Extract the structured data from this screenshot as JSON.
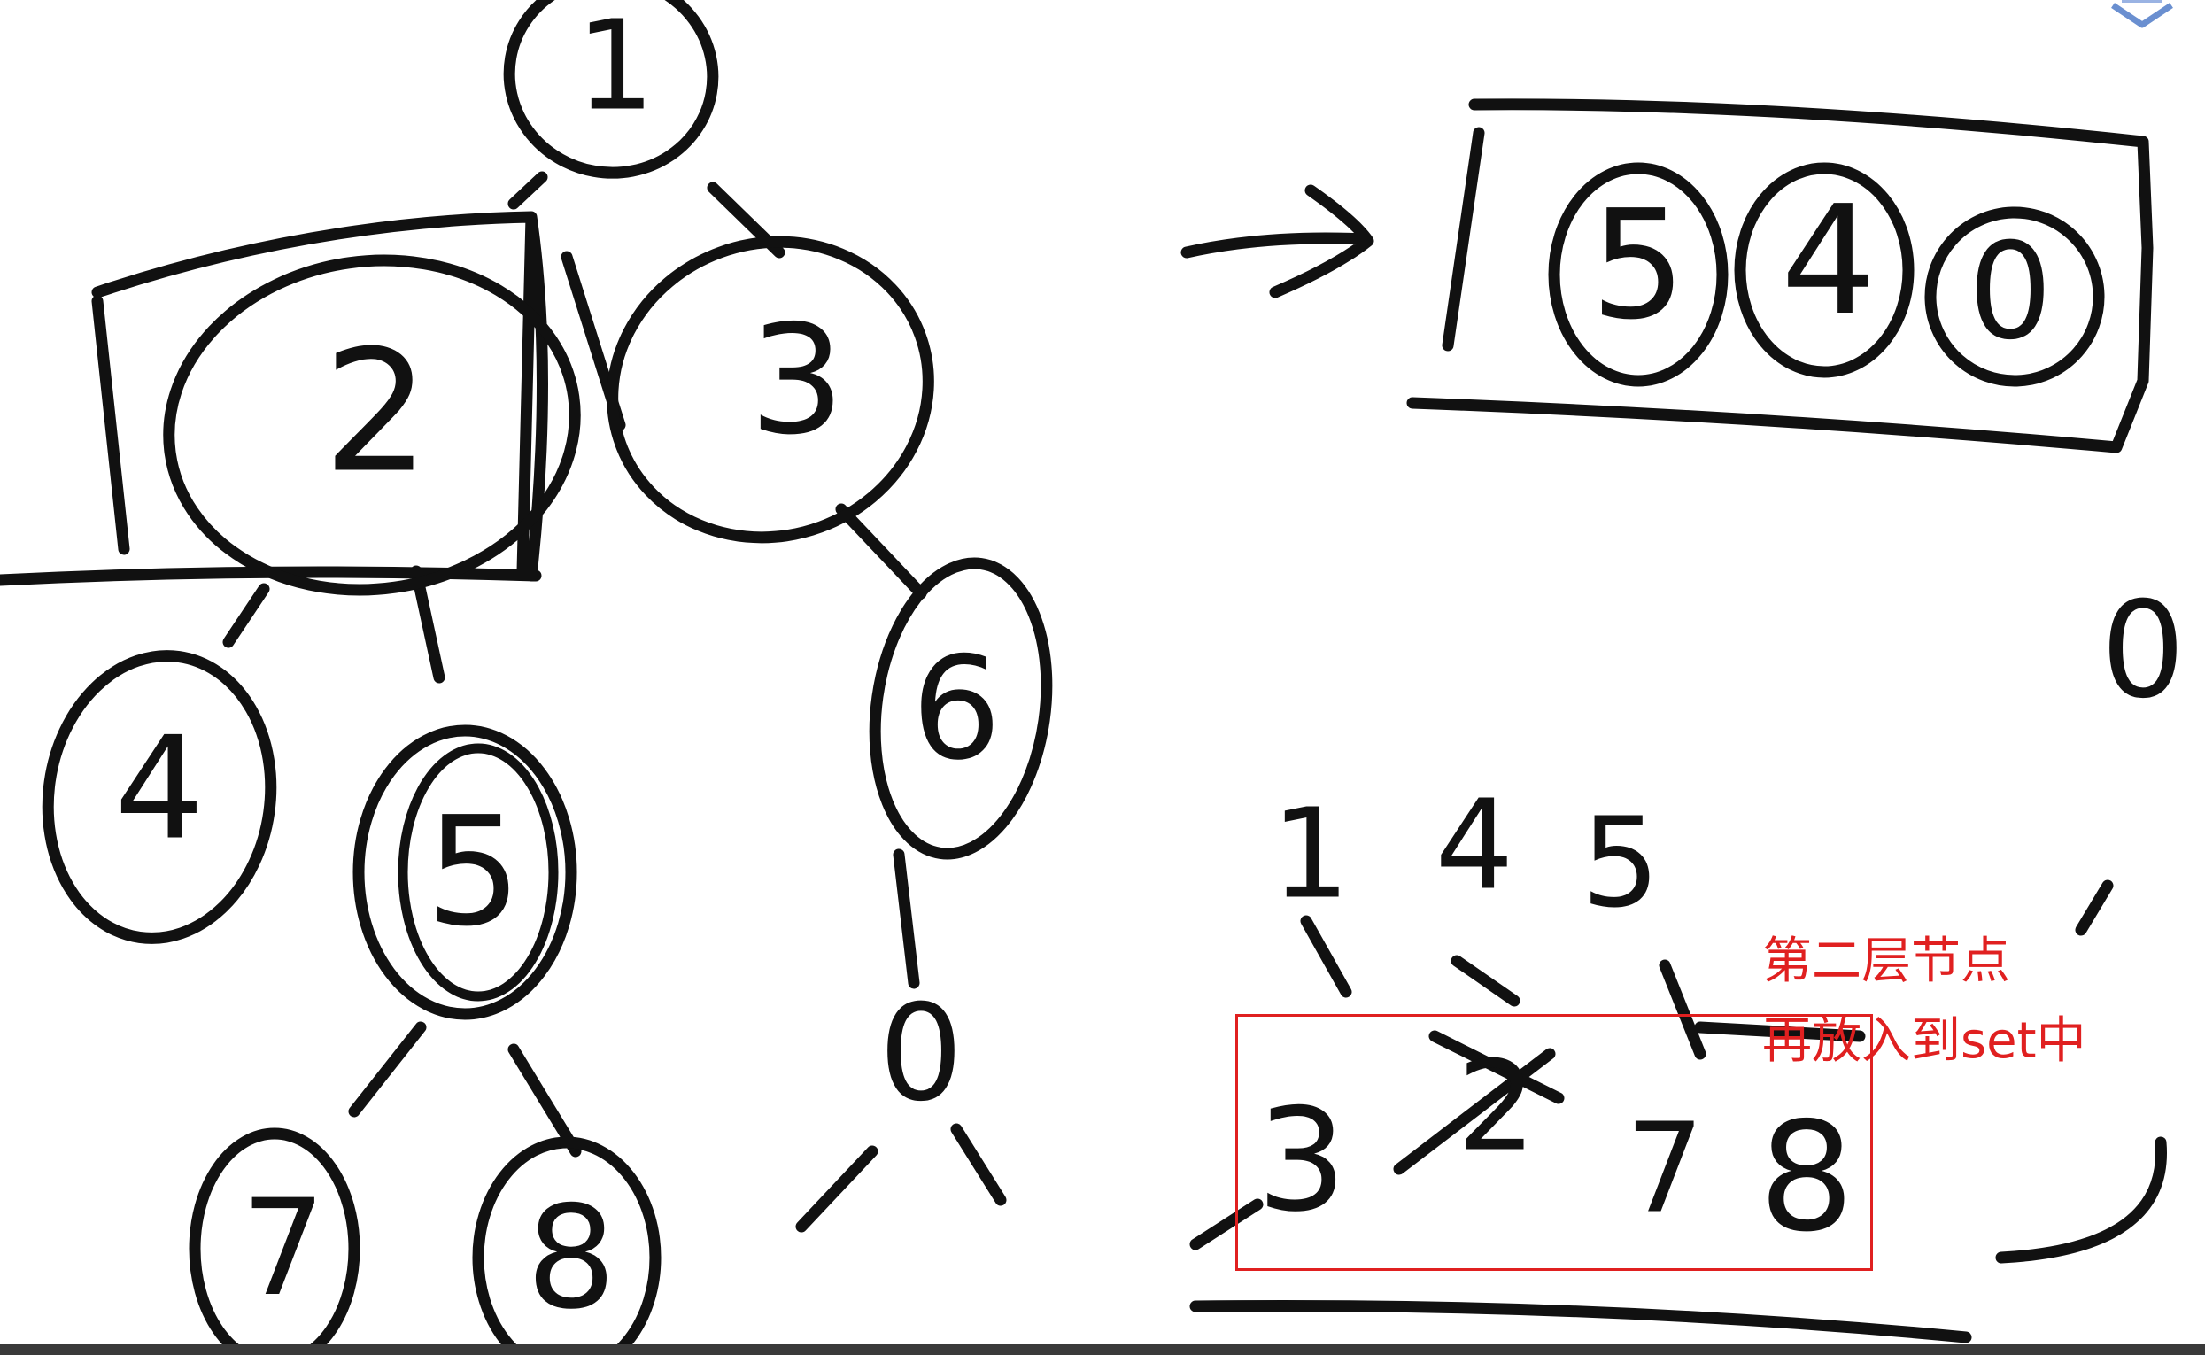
{
  "tree": {
    "nodes": [
      {
        "id": "1",
        "label": "1"
      },
      {
        "id": "2",
        "label": "2"
      },
      {
        "id": "3",
        "label": "3"
      },
      {
        "id": "4",
        "label": "4"
      },
      {
        "id": "5",
        "label": "5"
      },
      {
        "id": "6",
        "label": "6"
      },
      {
        "id": "7",
        "label": "7"
      },
      {
        "id": "8",
        "label": "8"
      },
      {
        "id": "0",
        "label": "0"
      }
    ],
    "edges": [
      [
        "1",
        "2"
      ],
      [
        "1",
        "3"
      ],
      [
        "2",
        "4"
      ],
      [
        "2",
        "5"
      ],
      [
        "3",
        "6"
      ],
      [
        "5",
        "7"
      ],
      [
        "5",
        "8"
      ],
      [
        "6",
        "0"
      ]
    ],
    "highlighted": "2"
  },
  "set_box": {
    "items": [
      "5",
      "4",
      "0"
    ]
  },
  "lone_digit": "0",
  "scratch": {
    "row1": [
      "1",
      "4",
      "5"
    ],
    "row2": [
      "3",
      "2",
      "7",
      "8"
    ]
  },
  "annotation": {
    "line1": "第二层节点",
    "line2": "再放入到set中",
    "color": "#e02020"
  },
  "colors": {
    "ink": "#111111",
    "highlight": "#e02020"
  }
}
